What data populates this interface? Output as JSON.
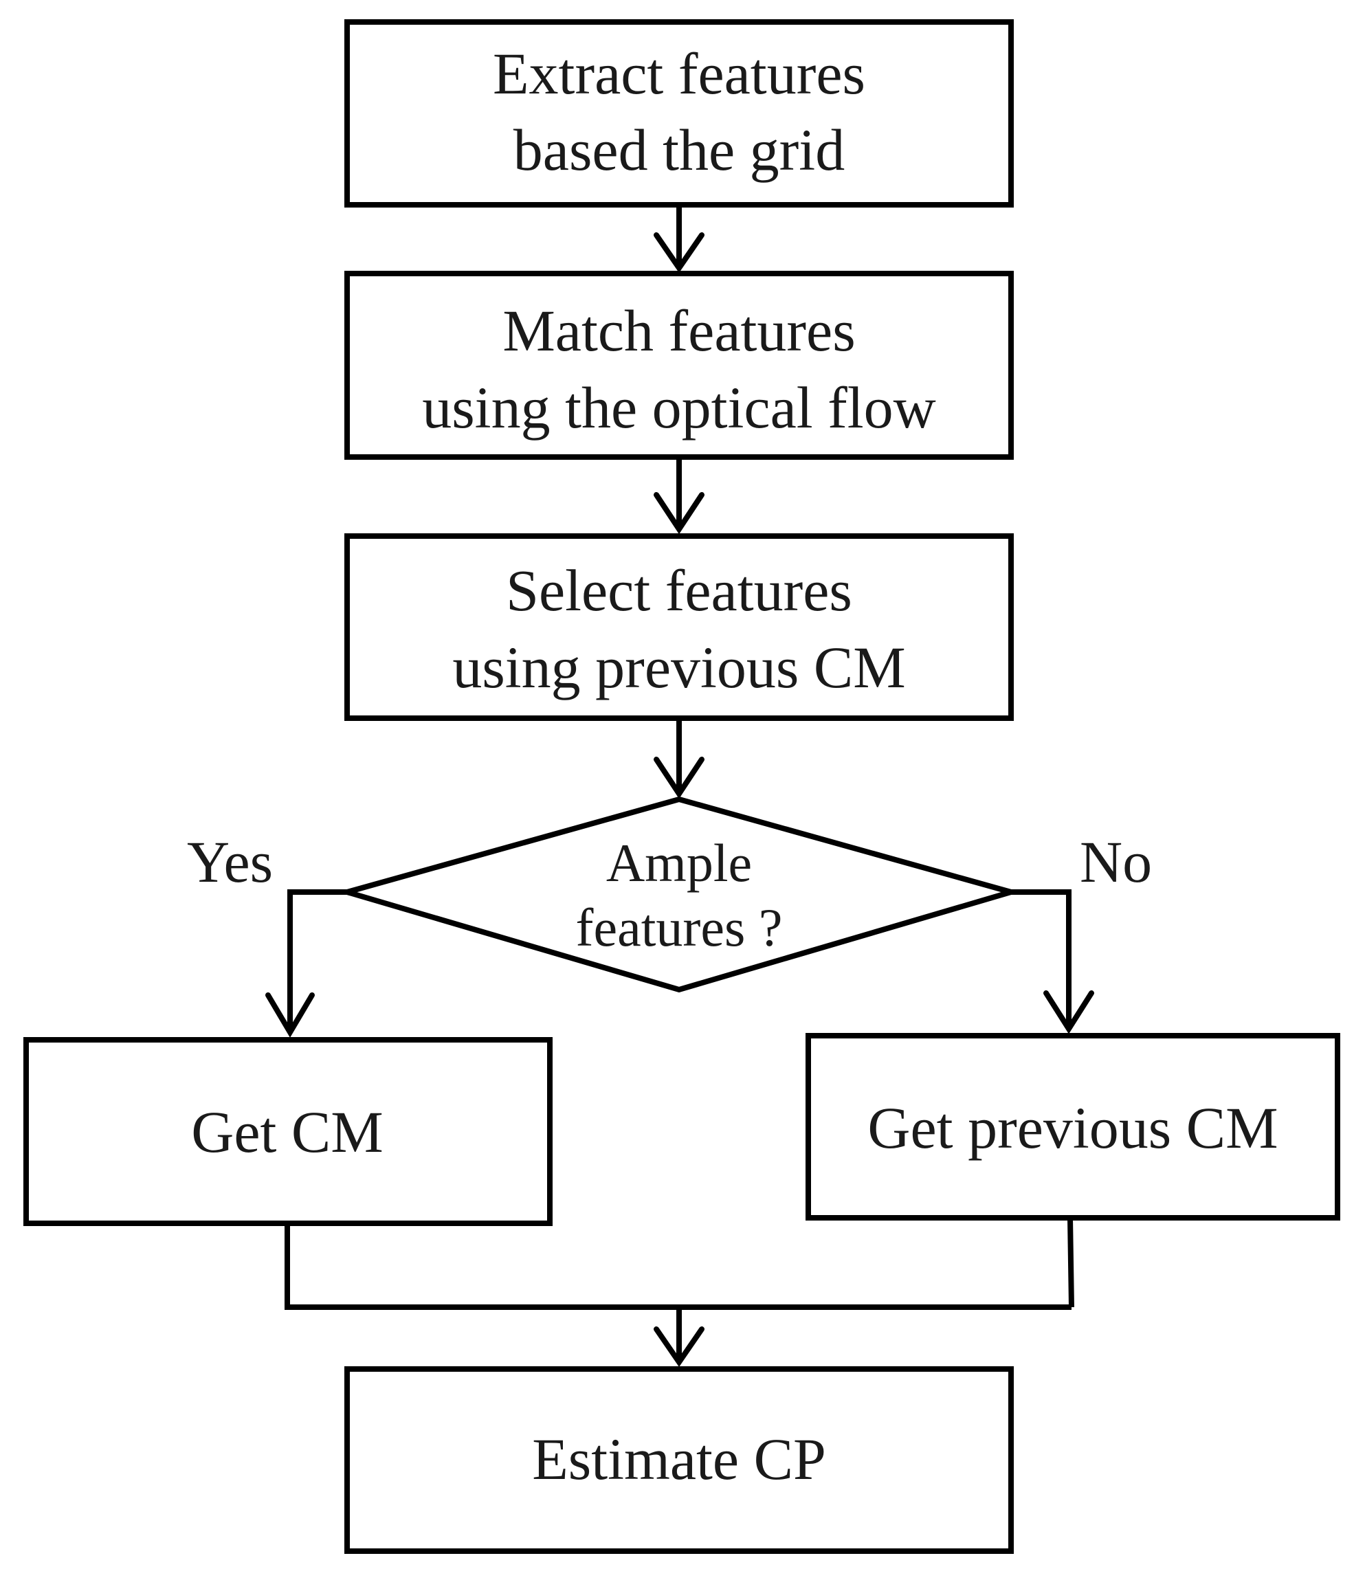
{
  "nodes": {
    "extract": {
      "lines": [
        "Extract features",
        "based the grid"
      ]
    },
    "match": {
      "lines": [
        "Match features",
        "using the optical flow"
      ]
    },
    "select": {
      "lines": [
        "Select features",
        "using previous CM"
      ]
    },
    "decision": {
      "lines": [
        "Ample",
        "features ?"
      ]
    },
    "get_cm": {
      "lines": [
        "Get CM"
      ]
    },
    "get_prev_cm": {
      "lines": [
        "Get previous CM"
      ]
    },
    "estimate": {
      "lines": [
        "Estimate CP"
      ]
    }
  },
  "edge_labels": {
    "yes": "Yes",
    "no": "No"
  },
  "colors": {
    "stroke": "#000000",
    "text": "#1a1a1a",
    "background": "#ffffff"
  }
}
